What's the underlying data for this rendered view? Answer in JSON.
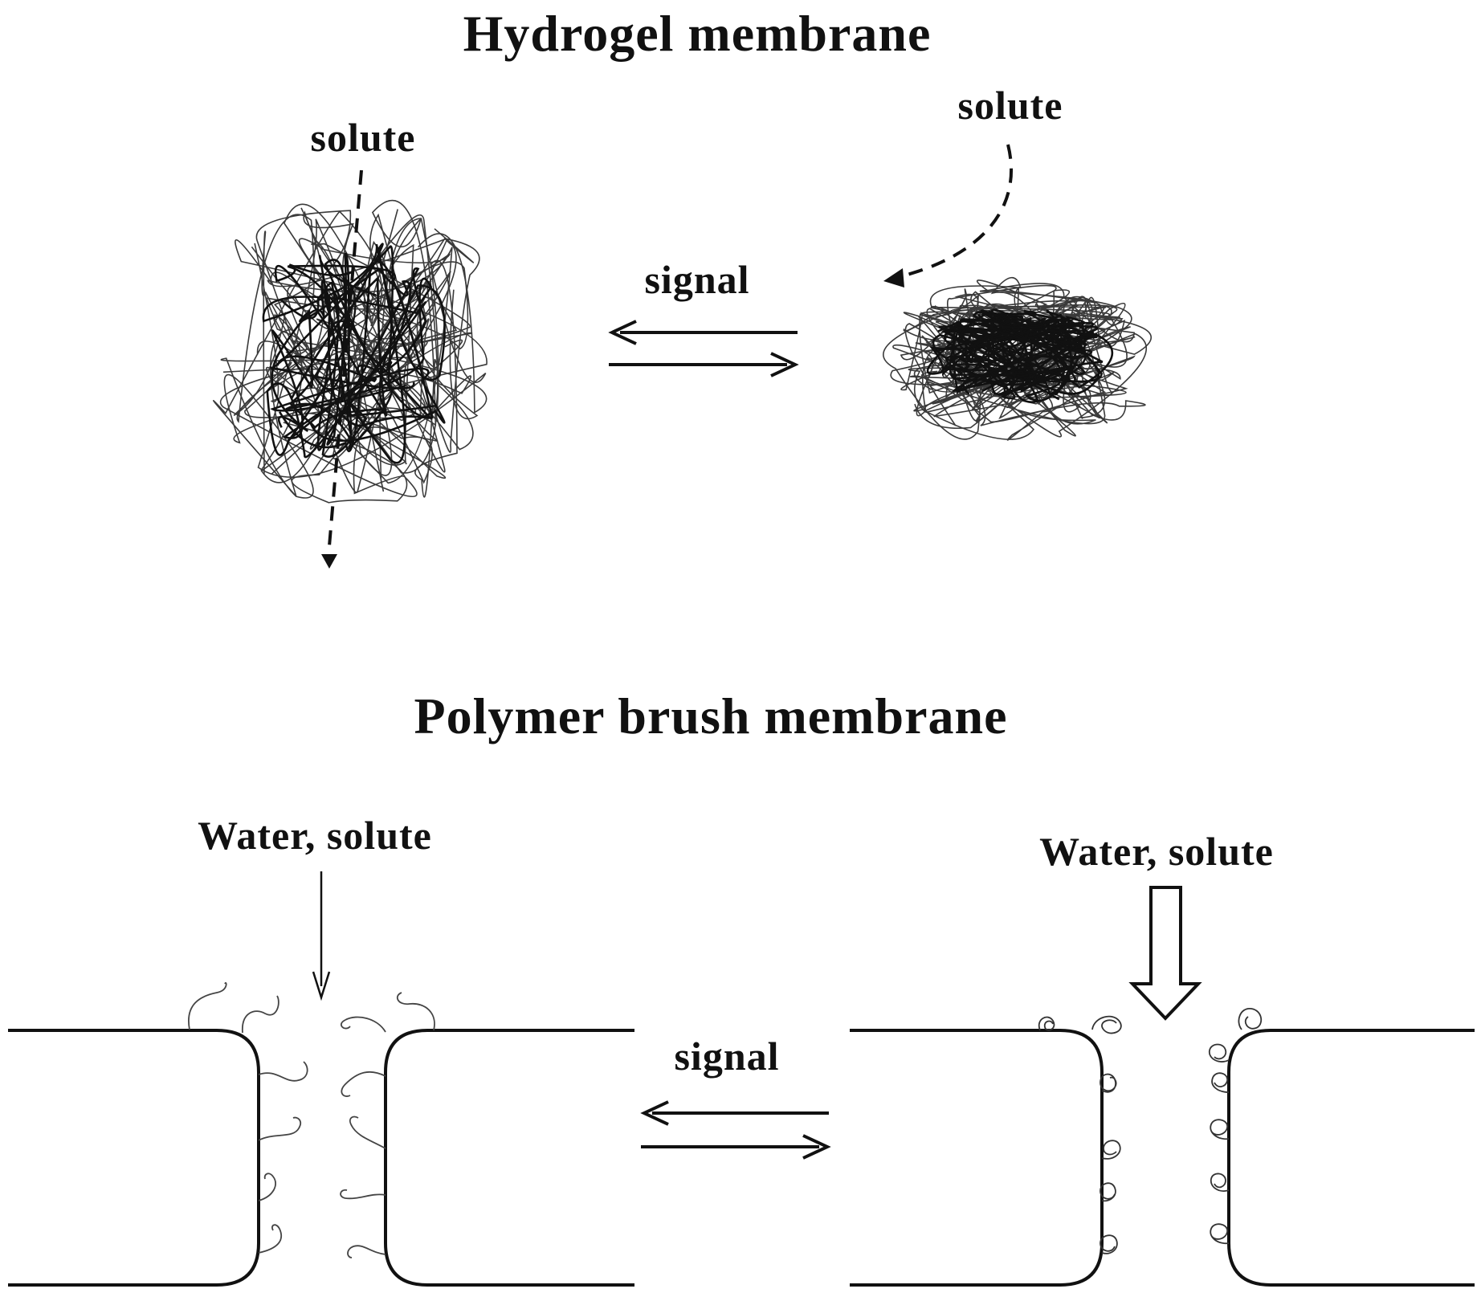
{
  "hydrogel": {
    "title": "Hydrogel membrane",
    "solute_left": "solute",
    "solute_right": "solute",
    "signal": "signal"
  },
  "brush": {
    "title": "Polymer brush membrane",
    "flow_left": "Water, solute",
    "flow_right": "Water, solute",
    "signal": "signal"
  }
}
